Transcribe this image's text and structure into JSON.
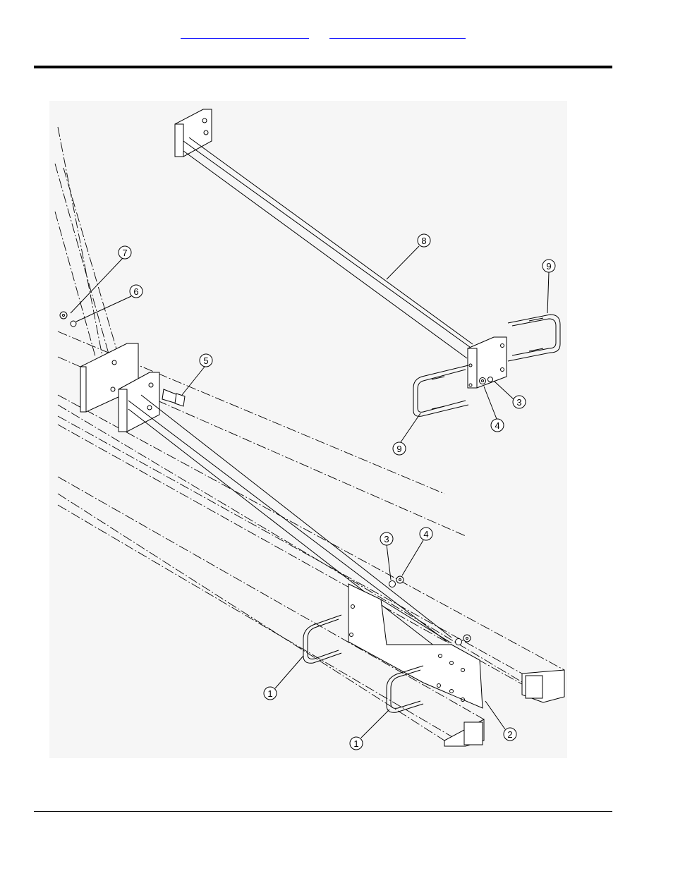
{
  "header": {
    "links": [
      {
        "label": ""
      },
      {
        "label": ""
      }
    ]
  },
  "diagram": {
    "callouts": [
      "1",
      "1",
      "2",
      "3",
      "3",
      "4",
      "4",
      "5",
      "6",
      "7",
      "8",
      "9",
      "9"
    ]
  },
  "colors": {
    "link": "#1a1aff",
    "rule": "#000000",
    "panel": "#f6f6f6"
  }
}
